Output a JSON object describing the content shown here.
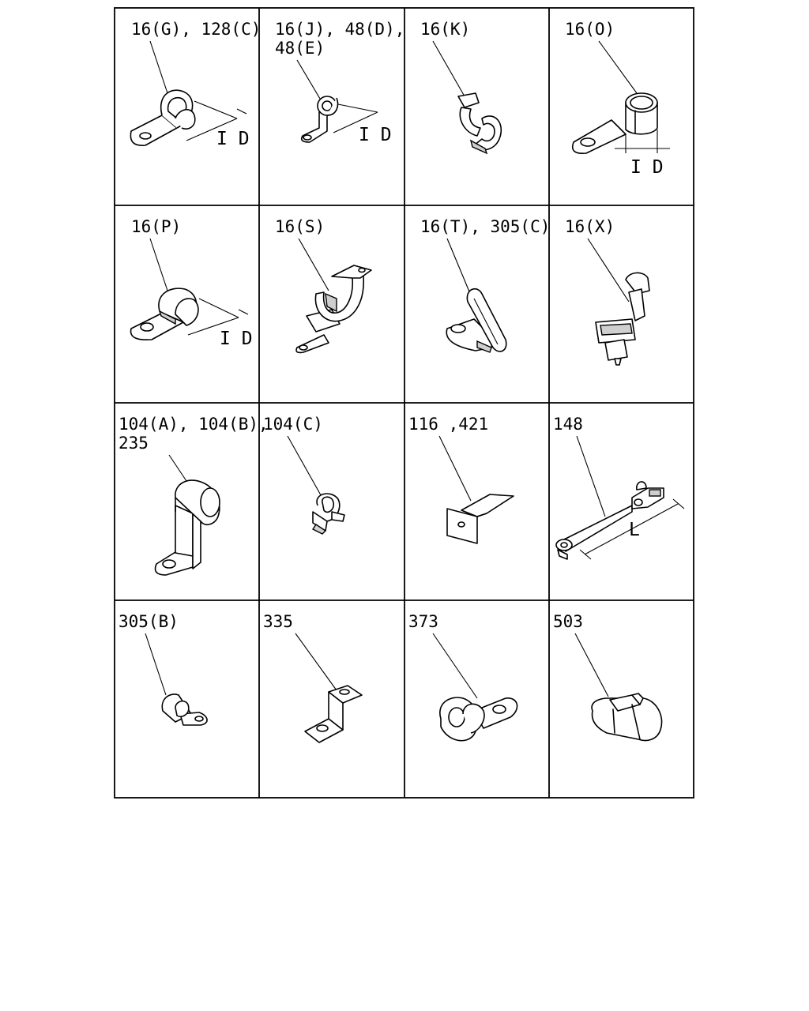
{
  "diagram": {
    "cells": [
      {
        "id": "c1",
        "labels": [
          "16(G), 128(C)"
        ]
      },
      {
        "id": "c2",
        "labels": [
          "16(J), 48(D),",
          "48(E)"
        ]
      },
      {
        "id": "c3",
        "labels": [
          "16(K)"
        ]
      },
      {
        "id": "c4",
        "labels": [
          "16(O)"
        ]
      },
      {
        "id": "c5",
        "labels": [
          "16(P)"
        ]
      },
      {
        "id": "c6",
        "labels": [
          "16(S)"
        ]
      },
      {
        "id": "c7",
        "labels": [
          "16(T), 305(C)"
        ]
      },
      {
        "id": "c8",
        "labels": [
          "16(X)"
        ]
      },
      {
        "id": "c9",
        "labels": [
          "104(A), 104(B),",
          "235"
        ]
      },
      {
        "id": "c10",
        "labels": [
          "104(C)"
        ]
      },
      {
        "id": "c11",
        "labels": [
          "116 ,421"
        ]
      },
      {
        "id": "c12",
        "labels": [
          "148"
        ]
      },
      {
        "id": "c13",
        "labels": [
          "305(B)"
        ]
      },
      {
        "id": "c14",
        "labels": [
          "335"
        ]
      },
      {
        "id": "c15",
        "labels": [
          "373"
        ]
      },
      {
        "id": "c16",
        "labels": [
          "503"
        ]
      }
    ],
    "dimension_labels": {
      "id": "I D",
      "length": "L"
    }
  }
}
